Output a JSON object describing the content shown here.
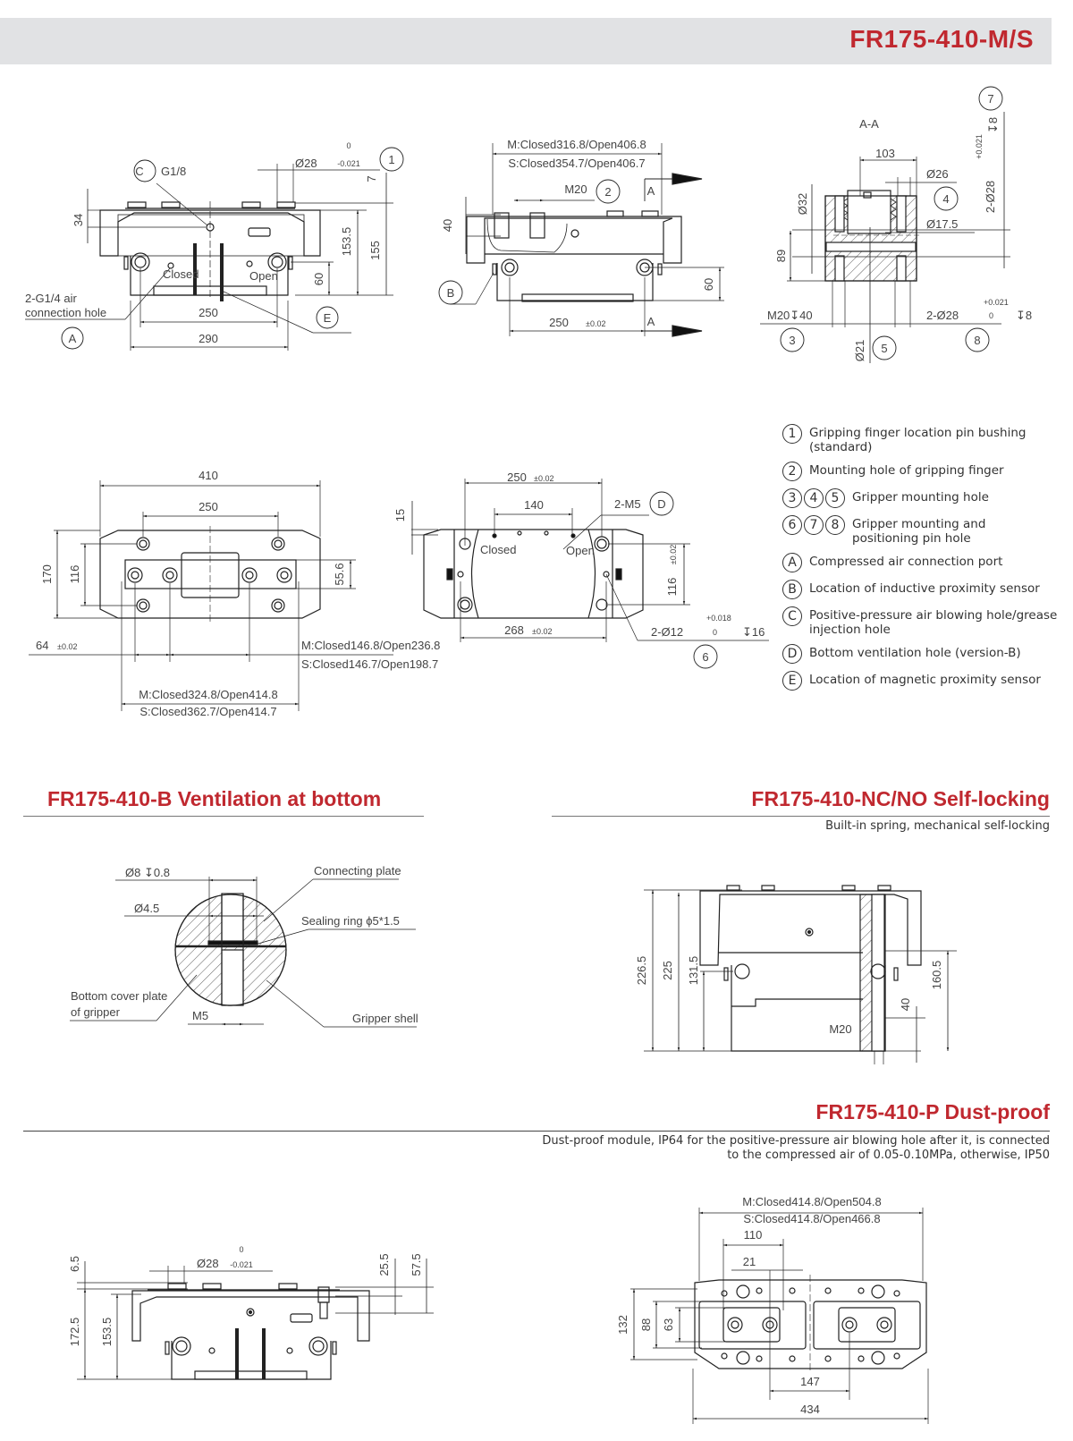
{
  "header": {
    "title": "FR175-410-M/S",
    "bar_color": "#e1e2e4",
    "accent": "#c0282f"
  },
  "front_view": {
    "callout_c": "C",
    "g18": "G1/8",
    "dia28": "Ø28",
    "tol_upper": "0",
    "tol_lower": "-0.021",
    "callout_1": "1",
    "d34": "34",
    "d7": "7",
    "d153_5": "153.5",
    "d155": "155",
    "d60": "60",
    "closed": "Closed",
    "open": "Open",
    "air_hole_1": "2-G1/4 air",
    "air_hole_2": "connection hole",
    "callout_a": "A",
    "d250": "250",
    "d290": "290",
    "callout_e": "E"
  },
  "side_view": {
    "m_label": "M:Closed316.8/Open406.8",
    "s_label": "S:Closed354.7/Open406.7",
    "m20": "M20",
    "callout_2": "2",
    "section_a": "A",
    "d40": "40",
    "d60": "60",
    "callout_b": "B",
    "d250": "250",
    "tol": "±0.02"
  },
  "section_aa": {
    "title": "A-A",
    "d103": "103",
    "dia26": "Ø26",
    "callout_4": "4",
    "dia17_5": "Ø17.5",
    "dia32": "Ø32",
    "d89": "89",
    "m20_depth": "M20↧40",
    "callout_3": "3",
    "dia21": "Ø21",
    "callout_5": "5",
    "pin": "2-Ø28",
    "pin_tol_upper": "+0.021",
    "pin_tol_lower": "0",
    "depth8": "↧8",
    "callout_8": "8",
    "callout_7": "7"
  },
  "top_view": {
    "d410": "410",
    "d250": "250",
    "d170": "170",
    "d116": "116",
    "d55_6": "55.6",
    "d64": "64",
    "tol": "±0.02",
    "m_inner": "M:Closed146.8/Open236.8",
    "s_inner": "S:Closed146.7/Open198.7",
    "m_outer": "M:Closed324.8/Open414.8",
    "s_outer": "S:Closed362.7/Open414.7"
  },
  "bottom_view": {
    "d250": "250",
    "tol": "±0.02",
    "d140": "140",
    "d15": "15",
    "m5": "2-M5",
    "callout_d": "D",
    "closed": "Closed",
    "open": "Open",
    "d116": "116",
    "d268": "268",
    "pin": "2-Ø12",
    "pin_tol_upper": "+0.018",
    "pin_tol_lower": "0",
    "depth16": "↧16",
    "callout_6": "6"
  },
  "legend": {
    "items": [
      {
        "keys": [
          "1"
        ],
        "text": "Gripping finger location pin bushing (standard)"
      },
      {
        "keys": [
          "2"
        ],
        "text": "Mounting hole of gripping finger"
      },
      {
        "keys": [
          "3",
          "4",
          "5"
        ],
        "text": "Gripper mounting hole"
      },
      {
        "keys": [
          "6",
          "7",
          "8"
        ],
        "text": "Gripper mounting and positioning pin hole"
      },
      {
        "keys": [
          "A"
        ],
        "text": "Compressed air connection port"
      },
      {
        "keys": [
          "B"
        ],
        "text": "Location of inductive proximity sensor"
      },
      {
        "keys": [
          "C"
        ],
        "text": "Positive-pressure air blowing hole/grease injection hole"
      },
      {
        "keys": [
          "D"
        ],
        "text": "Bottom ventilation hole (version-B)"
      },
      {
        "keys": [
          "E"
        ],
        "text": "Location of magnetic proximity sensor"
      }
    ]
  },
  "section_b": {
    "title": "FR175-410-B Ventilation at bottom",
    "dia8": "Ø8 ↧0.8",
    "dia4_5": "Ø4.5",
    "connecting_plate": "Connecting plate",
    "sealing_ring": "Sealing ring ϕ5*1.5",
    "bottom_cover_1": "Bottom cover plate",
    "bottom_cover_2": "of gripper",
    "m5": "M5",
    "gripper_shell": "Gripper shell"
  },
  "section_nc": {
    "title": "FR175-410-NC/NO Self-locking",
    "subtitle": "Built-in spring, mechanical self-locking",
    "d226_5": "226.5",
    "d225": "225",
    "d131_5": "131.5",
    "d160_5": "160.5",
    "d40": "40",
    "m20": "M20"
  },
  "section_p": {
    "title": "FR175-410-P Dust-proof",
    "desc_1": "Dust-proof module, IP64 for the positive-pressure air blowing hole after it, is connected",
    "desc_2": "to the compressed air of 0.05-0.10MPa, otherwise, IP50",
    "side": {
      "d6_5": "6.5",
      "dia28": "Ø28",
      "tol_upper": "0",
      "tol_lower": "-0.021",
      "d25_5": "25.5",
      "d57_5": "57.5",
      "d172_5": "172.5",
      "d153_5": "153.5"
    },
    "top": {
      "m_label": "M:Closed414.8/Open504.8",
      "s_label": "S:Closed414.8/Open466.8",
      "d110": "110",
      "d21": "21",
      "d132": "132",
      "d88": "88",
      "d63": "63",
      "d147": "147",
      "d434": "434"
    }
  }
}
